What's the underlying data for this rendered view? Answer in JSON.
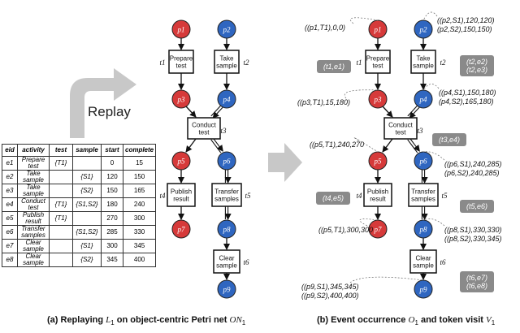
{
  "replay_label": "Replay",
  "colors": {
    "red_place": "#d63a3a",
    "blue_place": "#2f66c0",
    "tag_fill": "#8a8a8a",
    "arrow": "#c8c8c8"
  },
  "event_table": {
    "headers": [
      "eid",
      "activity",
      "test",
      "sample",
      "start",
      "complete"
    ],
    "rows": [
      [
        "e1",
        "Prepare test",
        "{T1}",
        "",
        "0",
        "15"
      ],
      [
        "e2",
        "Take sample",
        "",
        "{S1}",
        "120",
        "150"
      ],
      [
        "e3",
        "Take sample",
        "",
        "{S2}",
        "150",
        "165"
      ],
      [
        "e4",
        "Conduct test",
        "{T1}",
        "{S1,S2}",
        "180",
        "240"
      ],
      [
        "e5",
        "Publish result",
        "{T1}",
        "",
        "270",
        "300"
      ],
      [
        "e6",
        "Transfer samples",
        "",
        "{S1,S2}",
        "285",
        "330"
      ],
      [
        "e7",
        "Clear sample",
        "",
        "{S1}",
        "300",
        "345"
      ],
      [
        "e8",
        "Clear sample",
        "",
        "{S2}",
        "345",
        "400"
      ]
    ]
  },
  "places": [
    {
      "id": "p1",
      "label": "p1",
      "color": "red"
    },
    {
      "id": "p2",
      "label": "p2",
      "color": "blue"
    },
    {
      "id": "p3",
      "label": "p3",
      "color": "red"
    },
    {
      "id": "p4",
      "label": "p4",
      "color": "blue"
    },
    {
      "id": "p5",
      "label": "p5",
      "color": "red"
    },
    {
      "id": "p6",
      "label": "p6",
      "color": "blue"
    },
    {
      "id": "p7",
      "label": "p7",
      "color": "red"
    },
    {
      "id": "p8",
      "label": "p8",
      "color": "blue"
    },
    {
      "id": "p9",
      "label": "p9",
      "color": "blue"
    }
  ],
  "transitions": [
    {
      "id": "t1",
      "label": "t1",
      "text": "Prepare test"
    },
    {
      "id": "t2",
      "label": "t2",
      "text": "Take sample"
    },
    {
      "id": "t3",
      "label": "t3",
      "text": "Conduct test"
    },
    {
      "id": "t4",
      "label": "t4",
      "text": "Publish result"
    },
    {
      "id": "t5",
      "label": "t5",
      "text": "Transfer samples"
    },
    {
      "id": "t6",
      "label": "t6",
      "text": "Clear sample"
    }
  ],
  "event_tags": {
    "t1": [
      "(t1,e1)"
    ],
    "t2": [
      "(t2,e2)",
      "(t2,e3)"
    ],
    "t3": [
      "(t3,e4)"
    ],
    "t4": [
      "(t4,e5)"
    ],
    "t5": [
      "(t5,e6)"
    ],
    "t6": [
      "(t6,e7)",
      "(t6,e8)"
    ]
  },
  "token_visits": {
    "p1": [
      "((p1,T1),0,0)"
    ],
    "p2": [
      "((p2,S1),120,120)",
      "(p2,S2),150,150)"
    ],
    "p3": [
      "((p3,T1),15,180)"
    ],
    "p4": [
      "((p4,S1),150,180)",
      "(p4,S2),165,180)"
    ],
    "p5": [
      "((p5,T1),240,270"
    ],
    "p6": [
      "((p6,S1),240,285)",
      "(p6,S2),240,285)"
    ],
    "p7": [
      "((p5,T1),300,300"
    ],
    "p8": [
      "((p8,S1),330,330)",
      "((p8,S2),330,345)"
    ],
    "p9": [
      "((p9,S1),345,345)",
      "((p9,S2),400,400)"
    ]
  },
  "caption_a": {
    "prefix": "(a) Replaying ",
    "L": "L",
    "mid": " on object-centric Petri net ",
    "ON": "ON"
  },
  "caption_b": {
    "prefix": "(b) Event occurrence ",
    "O": "O",
    "mid": " and token visit ",
    "V": "V"
  }
}
